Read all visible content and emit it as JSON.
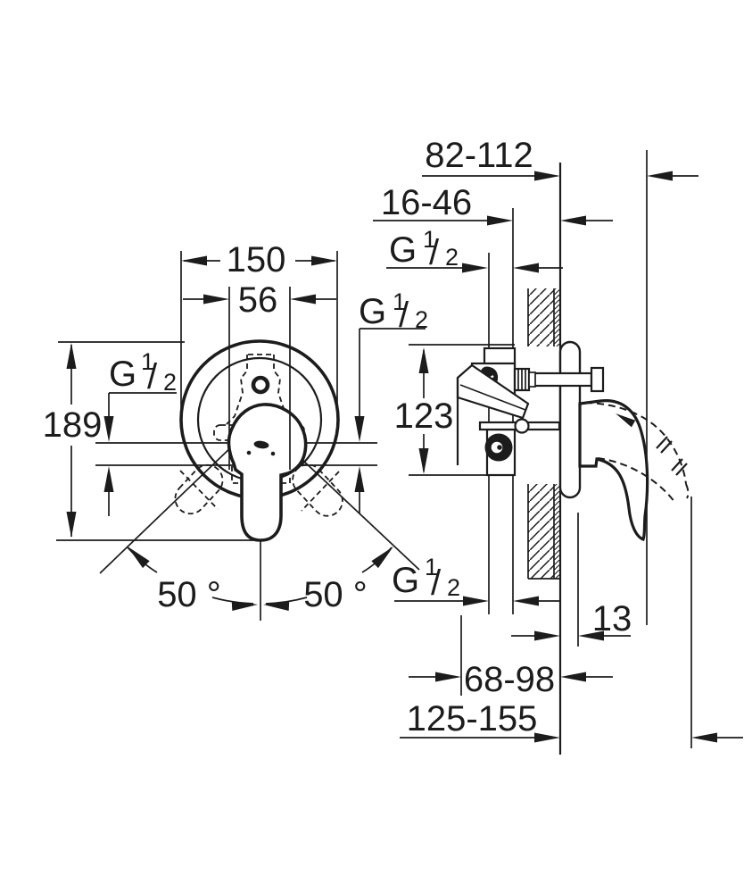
{
  "drawing": {
    "description": "technical-installation-drawing-concealed-mixer",
    "background": "#ffffff",
    "line_color": "#1c1c1c",
    "dims": {
      "projection_range": "82-112",
      "embed_depth_range": "16-46",
      "front_width": "150",
      "cartridge_width": "56",
      "front_height": "189",
      "body_height": "123",
      "angle_left": "50 °",
      "angle_right": "50 °",
      "rosette_depth": "13",
      "body_depth_range": "68-98",
      "total_depth_range": "125-155"
    },
    "thread": {
      "base": "G",
      "sup": "1",
      "slash": "/",
      "sub": "2"
    }
  }
}
